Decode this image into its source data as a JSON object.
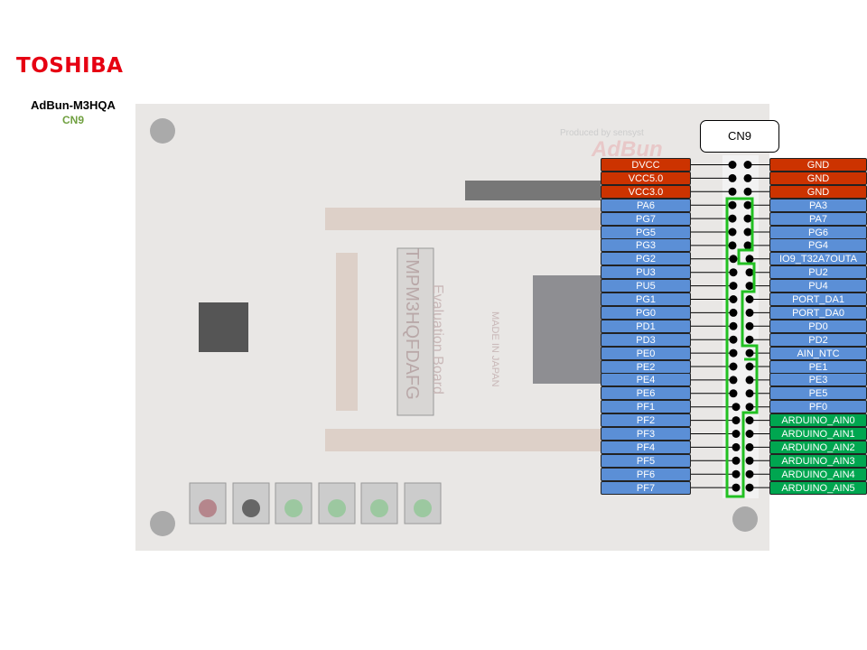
{
  "brand": "TOSHIBA",
  "board_name": "AdBun-M3HQA",
  "connector_subtitle": "CN9",
  "connector_title": "CN9",
  "board_silkscreen": [
    "TMPM3HQFDAFG",
    "Evaluation Board",
    "MADE IN JAPAN",
    "Produced by sensyst",
    "AdBun"
  ],
  "colors": {
    "power": "#cc3300",
    "gpio": "#5b8fd6",
    "arduino": "#00a650",
    "highlight": "#22c022"
  },
  "left_pins": [
    {
      "label": "DVCC",
      "type": "power"
    },
    {
      "label": "VCC5.0",
      "type": "power"
    },
    {
      "label": "VCC3.0",
      "type": "power"
    },
    {
      "label": "PA6",
      "type": "gpio"
    },
    {
      "label": "PG7",
      "type": "gpio"
    },
    {
      "label": "PG5",
      "type": "gpio"
    },
    {
      "label": "PG3",
      "type": "gpio"
    },
    {
      "label": "PG2",
      "type": "gpio"
    },
    {
      "label": "PU3",
      "type": "gpio"
    },
    {
      "label": "PU5",
      "type": "gpio"
    },
    {
      "label": "PG1",
      "type": "gpio"
    },
    {
      "label": "PG0",
      "type": "gpio"
    },
    {
      "label": "PD1",
      "type": "gpio"
    },
    {
      "label": "PD3",
      "type": "gpio"
    },
    {
      "label": "PE0",
      "type": "gpio"
    },
    {
      "label": "PE2",
      "type": "gpio"
    },
    {
      "label": "PE4",
      "type": "gpio"
    },
    {
      "label": "PE6",
      "type": "gpio"
    },
    {
      "label": "PF1",
      "type": "gpio"
    },
    {
      "label": "PF2",
      "type": "gpio"
    },
    {
      "label": "PF3",
      "type": "gpio"
    },
    {
      "label": "PF4",
      "type": "gpio"
    },
    {
      "label": "PF5",
      "type": "gpio"
    },
    {
      "label": "PF6",
      "type": "gpio"
    },
    {
      "label": "PF7",
      "type": "gpio"
    }
  ],
  "right_pins": [
    {
      "label": "GND",
      "type": "power"
    },
    {
      "label": "GND",
      "type": "power"
    },
    {
      "label": "GND",
      "type": "power"
    },
    {
      "label": "PA3",
      "type": "gpio"
    },
    {
      "label": "PA7",
      "type": "gpio"
    },
    {
      "label": "PG6",
      "type": "gpio"
    },
    {
      "label": "PG4",
      "type": "gpio"
    },
    {
      "label": "IO9_T32A7OUTA",
      "type": "gpio"
    },
    {
      "label": "PU2",
      "type": "gpio"
    },
    {
      "label": "PU4",
      "type": "gpio"
    },
    {
      "label": "PORT_DA1",
      "type": "gpio"
    },
    {
      "label": "PORT_DA0",
      "type": "gpio"
    },
    {
      "label": "PD0",
      "type": "gpio"
    },
    {
      "label": "PD2",
      "type": "gpio"
    },
    {
      "label": "AIN_NTC",
      "type": "gpio"
    },
    {
      "label": "PE1",
      "type": "gpio"
    },
    {
      "label": "PE3",
      "type": "gpio"
    },
    {
      "label": "PE5",
      "type": "gpio"
    },
    {
      "label": "PF0",
      "type": "gpio"
    },
    {
      "label": "ARDUINO_AIN0",
      "type": "ard"
    },
    {
      "label": "ARDUINO_AIN1",
      "type": "ard"
    },
    {
      "label": "ARDUINO_AIN2",
      "type": "ard"
    },
    {
      "label": "ARDUINO_AIN3",
      "type": "ard"
    },
    {
      "label": "ARDUINO_AIN4",
      "type": "ard"
    },
    {
      "label": "ARDUINO_AIN5",
      "type": "ard"
    }
  ]
}
